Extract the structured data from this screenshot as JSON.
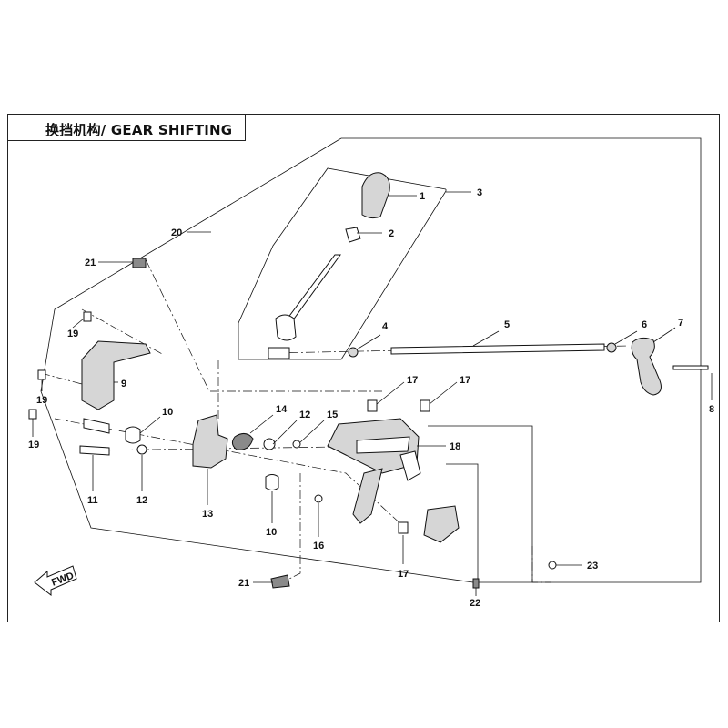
{
  "title": "换挡机构/ GEAR SHIFTING",
  "fwd_label": "FWD",
  "callouts": {
    "c1": "1",
    "c2": "2",
    "c3": "3",
    "c4": "4",
    "c5": "5",
    "c6": "6",
    "c7": "7",
    "c8": "8",
    "c9": "9",
    "c10a": "10",
    "c10b": "10",
    "c11": "11",
    "c12a": "12",
    "c12b": "12",
    "c13": "13",
    "c14": "14",
    "c15": "15",
    "c16": "16",
    "c17a": "17",
    "c17b": "17",
    "c17c": "17",
    "c18": "18",
    "c19a": "19",
    "c19b": "19",
    "c19c": "19",
    "c20": "20",
    "c21a": "21",
    "c21b": "21",
    "c22": "22",
    "c23": "23"
  }
}
